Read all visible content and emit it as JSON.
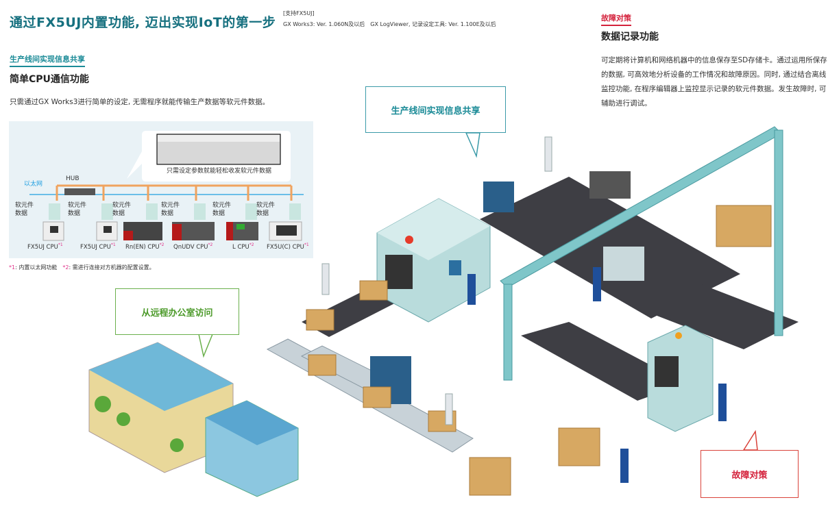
{
  "title": "通过FX5UJ内置功能, 迈出实现IoT的第一步",
  "support": {
    "line1": "[支持FX5UJ]",
    "line2": "GX Works3: Ver. 1.060N及以后　GX LogViewer, 记录设定工具: Ver. 1.100E及以后"
  },
  "left": {
    "label": "生产线间实现信息共享",
    "title": "简单CPU通信功能",
    "desc": "只需通过GX Works3进行简单的设定, 无需程序就能传输生产数据等软元件数据。"
  },
  "diagram": {
    "bubble": "只需设定参数就能轻松收发软元件数据",
    "hub": "HUB",
    "ethernet": "以太网",
    "device_data": "软元件\n数据",
    "cpus": [
      {
        "name": "FX5UJ CPU",
        "note": "*1"
      },
      {
        "name": "FX5UJ CPU",
        "note": "*1"
      },
      {
        "name": "Rn(EN) CPU",
        "note": "*2"
      },
      {
        "name": "QnUDV CPU",
        "note": "*2"
      },
      {
        "name": "L CPU",
        "note": "*2"
      },
      {
        "name": "FX5U(C) CPU",
        "note": "*1"
      }
    ]
  },
  "footnote": {
    "m1": "*1",
    "t1": ": 内置以太网功能　",
    "m2": "*2",
    "t2": ": 需进行连接对方机器的配置设置。"
  },
  "right": {
    "label": "故障对策",
    "title": "数据记录功能",
    "desc": "可定期将计算机和网络机器中的信息保存至SD存储卡。通过运用所保存的数据, 可高效地分析设备的工作情况和故障原因。同时, 通过结合离线监控功能, 在程序编辑器上监控显示记录的软元件数据。发生故障时, 可辅助进行调试。"
  },
  "callouts": {
    "info_share": "生产线间实现信息共享",
    "remote": "从远程办公室访问",
    "trouble": "故障对策"
  },
  "colors": {
    "teal": "#1b8b97",
    "red": "#d4213b",
    "green": "#4c9a2a",
    "orange": "#f0a35e"
  }
}
